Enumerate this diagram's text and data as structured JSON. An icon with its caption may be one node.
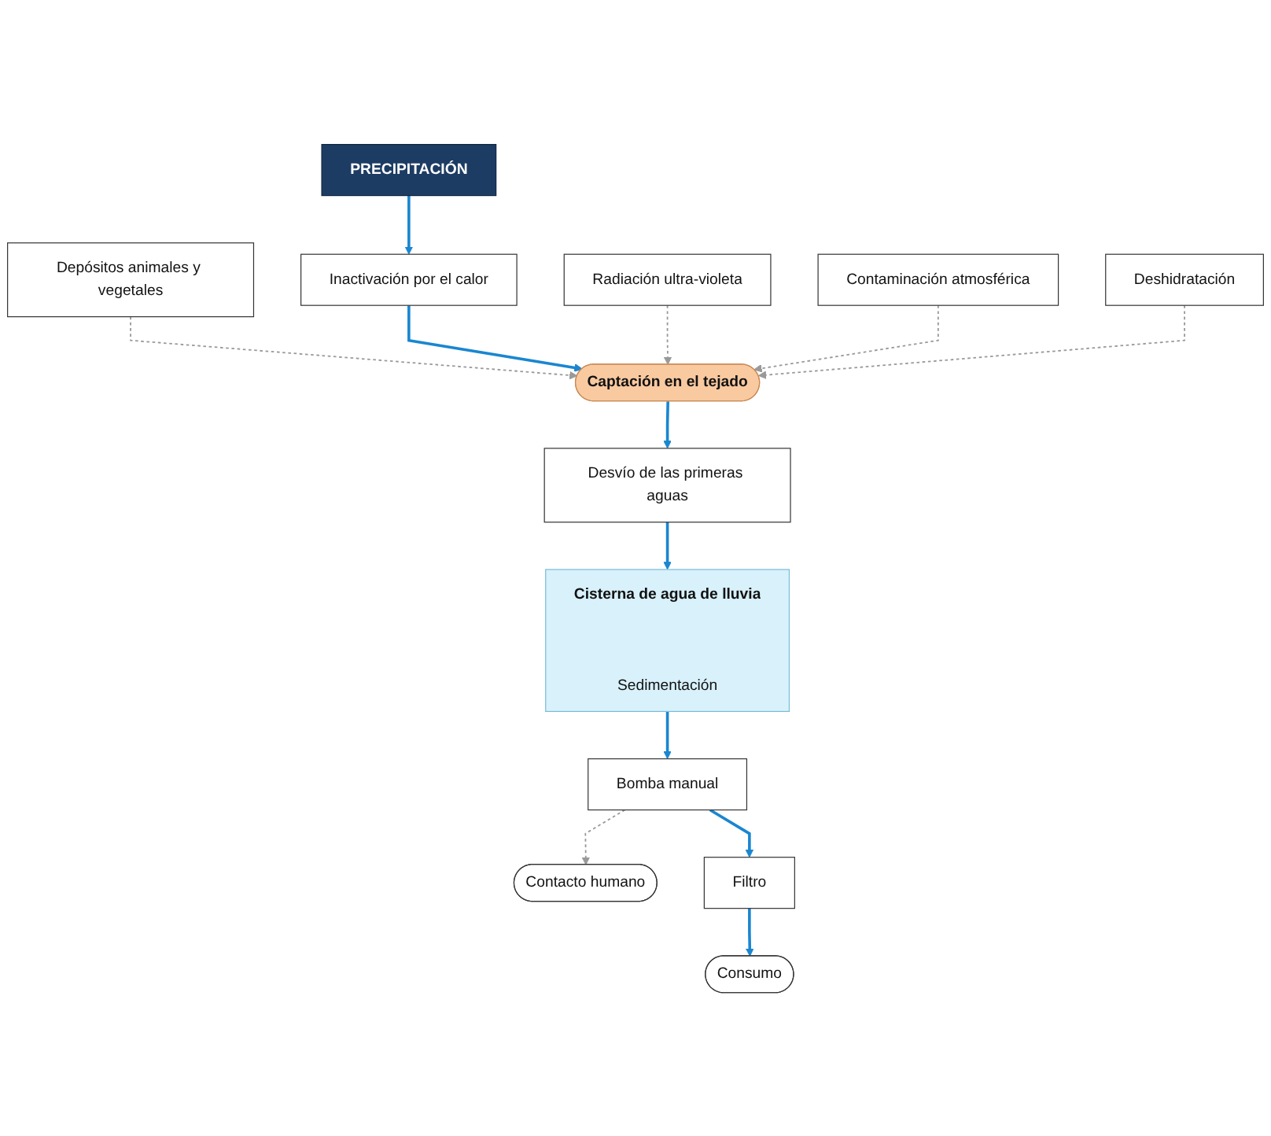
{
  "diagram": {
    "nodes": [
      {
        "text": [
          "PRECIPITACIÓN"
        ]
      },
      {
        "text": [
          "Depósitos animales y vegetales"
        ]
      },
      {
        "text": [
          "Inactivación por el calor"
        ]
      },
      {
        "text": [
          "Radiación ultra-violeta"
        ]
      },
      {
        "text": [
          "Contaminación atmosférica"
        ]
      },
      {
        "text": [
          "Deshidratación"
        ]
      },
      {
        "text": [
          "Captación en el tejado"
        ]
      },
      {
        "text": [
          "Desvío de las primeras aguas"
        ]
      },
      {
        "text": [
          "Cisterna de agua de lluvia",
          "Sedimentación"
        ]
      },
      {
        "text": [
          "Bomba manual"
        ]
      },
      {
        "text": [
          "Contacto humano"
        ]
      },
      {
        "text": [
          "Filtro"
        ]
      },
      {
        "text": [
          "Consumo"
        ]
      }
    ],
    "edges": [
      {
        "from": 0,
        "to": 2,
        "arrow": "to"
      },
      {
        "from": 1,
        "to": 6,
        "arrow": "to",
        "style": "dashed",
        "color": "#999999"
      },
      {
        "from": 2,
        "to": 6,
        "arrow": "to"
      },
      {
        "from": 3,
        "to": 6,
        "arrow": "to",
        "style": "dashed",
        "color": "#999999"
      },
      {
        "from": 4,
        "to": 6,
        "arrow": "to",
        "style": "dashed",
        "color": "#999999"
      },
      {
        "from": 5,
        "to": 6,
        "arrow": "to",
        "style": "dashed",
        "color": "#999999"
      },
      {
        "from": 6,
        "to": 7,
        "arrow": "to"
      },
      {
        "from": 7,
        "to": 8,
        "arrow": "to"
      },
      {
        "from": 8,
        "to": 9,
        "arrow": "to"
      },
      {
        "from": 9,
        "to": 11,
        "arrow": "to"
      },
      {
        "from": 9,
        "to": 10,
        "arrow": "to",
        "style": "dashed",
        "color": "#999999"
      },
      {
        "from": 11,
        "to": 12,
        "arrow": "to"
      }
    ]
  }
}
